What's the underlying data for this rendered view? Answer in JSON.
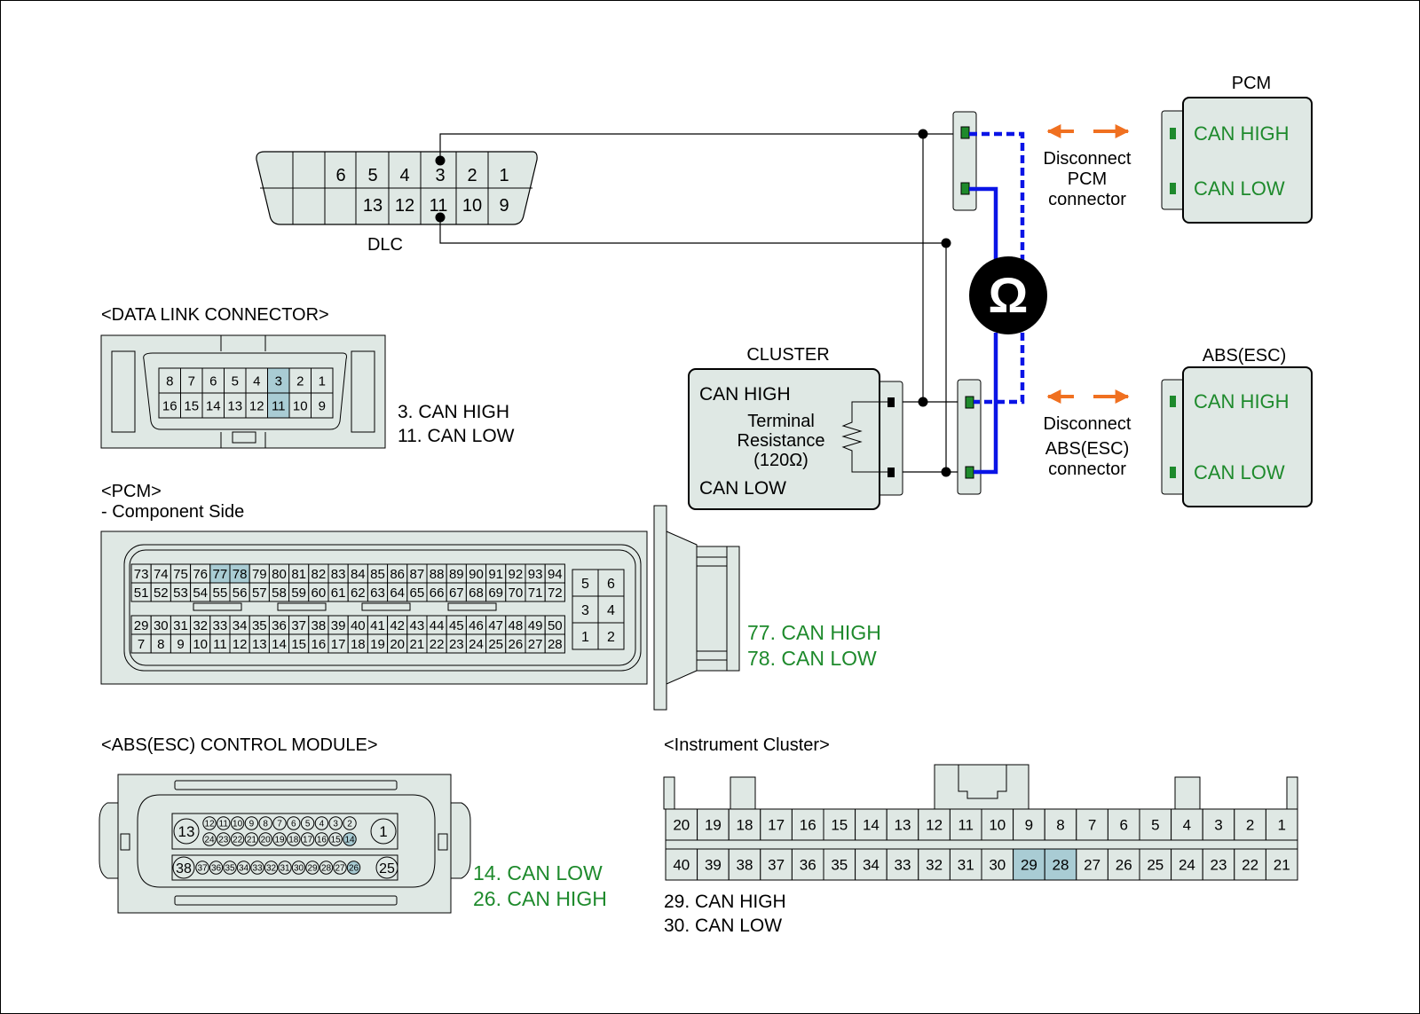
{
  "colors": {
    "panel": "#dfe8e4",
    "highlight": "#a9ccd4",
    "green": "#1e8a2c",
    "wire_blue": "#0a14e6",
    "arrow": "#f07020",
    "omega_bg": "#000000"
  },
  "dlc_top": {
    "pins_top": [
      "6",
      "5",
      "4",
      "3",
      "2",
      "1"
    ],
    "pins_bottom": [
      "13",
      "12",
      "11",
      "10",
      "9"
    ],
    "label": "DLC"
  },
  "schematic": {
    "pcm": {
      "title": "PCM",
      "can_high": "CAN HIGH",
      "can_low": "CAN LOW",
      "disconnect": [
        "Disconnect",
        "PCM",
        "connector"
      ]
    },
    "abs": {
      "title": "ABS(ESC)",
      "can_high": "CAN HIGH",
      "can_low": "CAN LOW",
      "disconnect": [
        "Disconnect",
        "ABS(ESC)",
        "connector"
      ]
    },
    "cluster": {
      "title": "CLUSTER",
      "can_high": "CAN HIGH",
      "can_low": "CAN LOW",
      "terminal": [
        "Terminal",
        "Resistance",
        "(120Ω)"
      ]
    },
    "meter_symbol": "Ω"
  },
  "data_link_connector": {
    "title": "<DATA LINK CONNECTOR>",
    "row1": [
      "8",
      "7",
      "6",
      "5",
      "4",
      "3",
      "2",
      "1"
    ],
    "row2": [
      "16",
      "15",
      "14",
      "13",
      "12",
      "11",
      "10",
      "9"
    ],
    "highlight": [
      "3",
      "11"
    ],
    "notes": [
      "3. CAN HIGH",
      "11. CAN LOW"
    ]
  },
  "pcm_connector": {
    "title": "<PCM>",
    "subtitle": "- Component Side",
    "row1": [
      "73",
      "74",
      "75",
      "76",
      "77",
      "78",
      "79",
      "80",
      "81",
      "82",
      "83",
      "84",
      "85",
      "86",
      "87",
      "88",
      "89",
      "90",
      "91",
      "92",
      "93",
      "94"
    ],
    "row2": [
      "51",
      "52",
      "53",
      "54",
      "55",
      "56",
      "57",
      "58",
      "59",
      "60",
      "61",
      "62",
      "63",
      "64",
      "65",
      "66",
      "67",
      "68",
      "69",
      "70",
      "71",
      "72"
    ],
    "row3": [
      "29",
      "30",
      "31",
      "32",
      "33",
      "34",
      "35",
      "36",
      "37",
      "38",
      "39",
      "40",
      "41",
      "42",
      "43",
      "44",
      "45",
      "46",
      "47",
      "48",
      "49",
      "50"
    ],
    "row4": [
      "7",
      "8",
      "9",
      "10",
      "11",
      "12",
      "13",
      "14",
      "15",
      "16",
      "17",
      "18",
      "19",
      "20",
      "21",
      "22",
      "23",
      "24",
      "25",
      "26",
      "27",
      "28"
    ],
    "small": [
      "5",
      "6",
      "3",
      "4",
      "1",
      "2"
    ],
    "highlight": [
      "77",
      "78"
    ],
    "notes": [
      "77. CAN HIGH",
      "78. CAN LOW"
    ]
  },
  "abs_connector": {
    "title": "<ABS(ESC) CONTROL MODULE>",
    "big_top_left": "13",
    "big_top_right": "1",
    "big_bottom_left": "38",
    "big_bottom_right": "25",
    "row1": [
      "12",
      "11",
      "10",
      "9",
      "8",
      "7",
      "6",
      "5",
      "4",
      "3",
      "2"
    ],
    "row2": [
      "24",
      "23",
      "22",
      "21",
      "20",
      "19",
      "18",
      "17",
      "16",
      "15",
      "14"
    ],
    "row3": [
      "37",
      "36",
      "35",
      "34",
      "33",
      "32",
      "31",
      "30",
      "29",
      "28",
      "27",
      "26"
    ],
    "highlight": [
      "14",
      "26"
    ],
    "notes": [
      "14. CAN LOW",
      "26. CAN HIGH"
    ]
  },
  "cluster_connector": {
    "title": "<Instrument Cluster>",
    "row1": [
      "20",
      "19",
      "18",
      "17",
      "16",
      "15",
      "14",
      "13",
      "12",
      "11",
      "10",
      "9",
      "8",
      "7",
      "6",
      "5",
      "4",
      "3",
      "2",
      "1"
    ],
    "row2": [
      "40",
      "39",
      "38",
      "37",
      "36",
      "35",
      "34",
      "33",
      "32",
      "31",
      "30",
      "29",
      "28",
      "27",
      "26",
      "25",
      "24",
      "23",
      "22",
      "21"
    ],
    "highlight": [
      "29",
      "28"
    ],
    "notes": [
      "29. CAN HIGH",
      "30. CAN LOW"
    ]
  }
}
